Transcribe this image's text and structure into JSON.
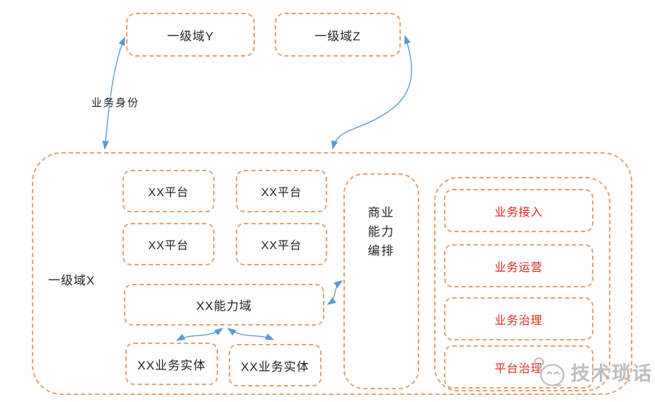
{
  "colors": {
    "border": "#e5a06e",
    "arrow": "#5b9bd5",
    "red": "#e8251d",
    "text": "#1f1f1f",
    "watermark": "#bdbdbd"
  },
  "top_domains": {
    "y": {
      "label": "一级域Y"
    },
    "z": {
      "label": "一级域Z"
    },
    "edge_label": "业务身份"
  },
  "main_domain": {
    "label": "一级域X",
    "platforms": [
      "XX平台",
      "XX平台",
      "XX平台",
      "XX平台"
    ],
    "capability_domain": {
      "label": "XX能力域"
    },
    "entities": [
      "XX业务实体",
      "XX业务实体"
    ],
    "orchestration": {
      "lines": [
        "商业",
        "能力",
        "编排"
      ]
    },
    "governance": {
      "items": [
        "业务接入",
        "业务运营",
        "业务治理",
        "平台治理"
      ]
    }
  },
  "watermark": {
    "text": "技术琐话"
  }
}
